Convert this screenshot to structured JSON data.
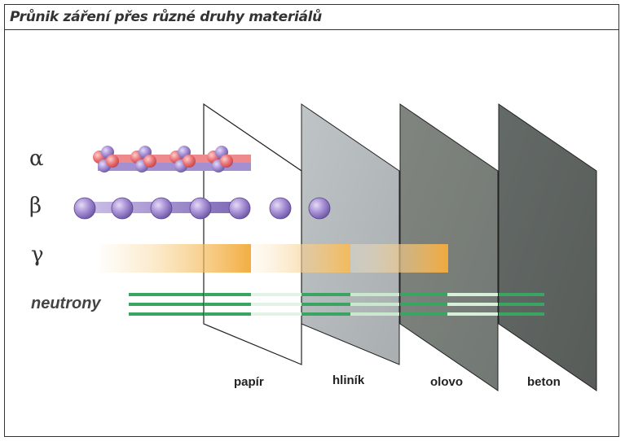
{
  "title": "Průnik záření přes různé druhy materiálů",
  "radiation_labels": {
    "alpha": "α",
    "beta": "β",
    "gamma": "γ",
    "neutrons": "neutrony"
  },
  "materials": [
    "papír",
    "hliník",
    "olovo",
    "beton"
  ],
  "colors": {
    "paper": "#ffffff",
    "aluminium": "#b4b9bb",
    "lead": "#7a807c",
    "concrete": "#5f6562",
    "alpha_red": "#e8707a",
    "alpha_purple": "#9b86c9",
    "beta_ball": "#a891d6",
    "gamma": "#f2b34d",
    "neutron_green": "#3aa560"
  }
}
